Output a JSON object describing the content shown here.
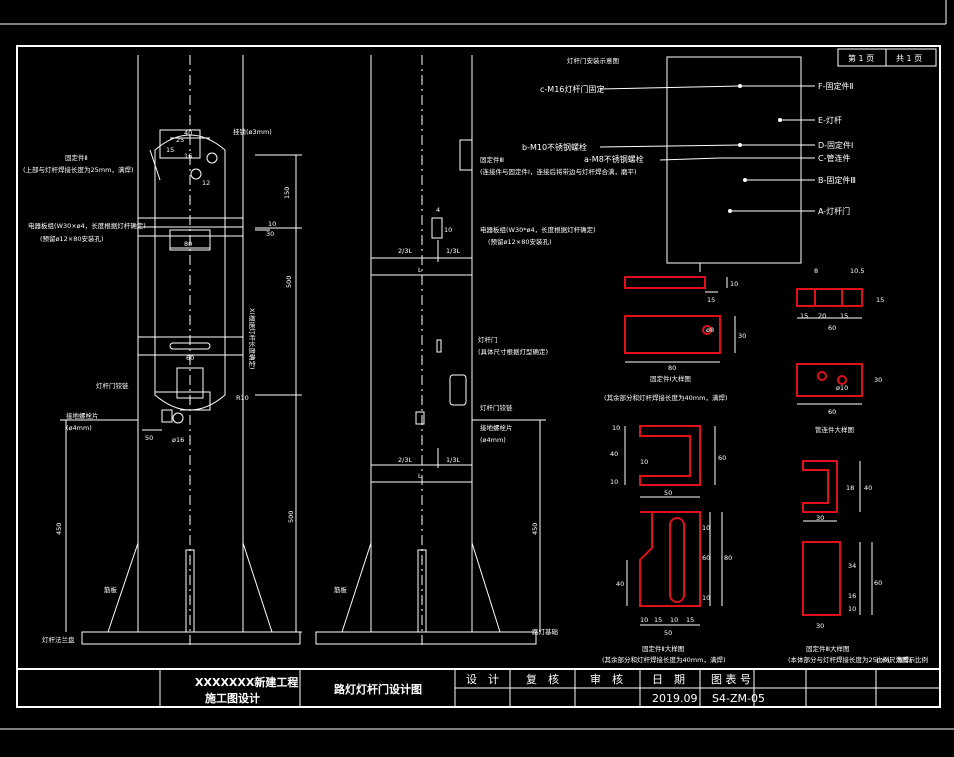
{
  "sheet": {
    "page_label": "第 1 页",
    "total_label": "共 1 页"
  },
  "title_block": {
    "project_line1": "XXXXXXX新建工程",
    "project_line2": "施工图设计",
    "drawing_title": "路灯灯杆门设计图",
    "design_label": "设　计",
    "review_label": "复　核",
    "audit_label": "审　核",
    "date_label": "日　期",
    "date_value": "2019.09",
    "drawing_no_label": "图 表 号",
    "drawing_no_value": "S4-ZM-05"
  },
  "front_view": {
    "fixing_piece_note_1": "固定件Ⅱ",
    "fixing_piece_note_2": "(上部与灯杆焊接长度为25mm，满焊)",
    "lock_hole": "挂锁(ø3mm)",
    "plate_note_1": "电器板组(W30×ø4，长度根据灯杆确定)",
    "plate_note_2": "(预留ø12×80安装孔)",
    "door_hinge": "灯杆门铰链",
    "ground_tab_1": "接地螺栓片",
    "ground_tab_2": "(ø4mm)",
    "door_height_note": "X(根据灯杆长度确定)",
    "stiffener": "筋板",
    "flange": "灯杆法兰盘",
    "dims": {
      "d40": "40",
      "d25": "25",
      "d15": "15",
      "d16": "16",
      "d12": "12",
      "d150": "150",
      "d10": "10",
      "d30": "30",
      "d80": "80",
      "d500a": "500",
      "d60": "60",
      "r10": "R10",
      "d50": "50",
      "d16b": "ø16",
      "d500b": "500",
      "d450": "450"
    }
  },
  "side_view": {
    "fixing_piece_note_1": "固定件Ⅲ",
    "fixing_piece_note_2": "(连接件与固定件Ⅰ，连接后将带边与灯杆焊合满，磨平)",
    "plate_note_1": "电器板组(W30*ø4，长度根据灯杆确定)",
    "plate_note_2": "(预留ø12×80安装孔)",
    "door_note_1": "灯杆门",
    "door_note_2": "(具体尺寸根据灯型确定)",
    "door_hinge": "灯杆门铰链",
    "ground_tab_1": "接地螺栓片",
    "ground_tab_2": "(ø4mm)",
    "stiffener": "筋板",
    "foundation": "路灯基础",
    "dims": {
      "two_thirds": "2/3L",
      "one_third": "1/3L",
      "L": "L",
      "d4": "4",
      "d10": "10",
      "d450": "450"
    }
  },
  "door_detail": {
    "title": "灯杆门安装示意图",
    "c_label": "c-M16灯杆门固定",
    "b_label": "b-M10不锈钢螺栓",
    "a_label": "a-M8不锈钢螺栓",
    "F": "F-固定件Ⅱ",
    "E": "E-灯杆",
    "D": "D-固定件Ⅰ",
    "C": "C-管连件",
    "B": "B-固定件Ⅲ",
    "A": "A-灯杆门"
  },
  "piece1": {
    "title": "固定件Ⅰ大样图",
    "dims": {
      "d10": "10",
      "d15": "15",
      "d30": "30",
      "d80": "80",
      "dhole": "ø8"
    }
  },
  "connector": {
    "title": "管连件大样图",
    "dims": {
      "d8": "8",
      "d105": "10.5",
      "d15a": "15",
      "d15b": "15",
      "d20": "20",
      "d15c": "15",
      "d60a": "60",
      "d30": "30",
      "d60b": "60",
      "dhole": "ø10"
    }
  },
  "piece2": {
    "title": "固定件Ⅱ大样图",
    "note_top": "(其余部分和灯杆焊接长度为40mm，满焊)",
    "note_bottom": "(其余部分和灯杆焊接长度为40mm，满焊)",
    "dims": {
      "d10a": "10",
      "d40": "40",
      "d10b": "10",
      "d60": "60",
      "d10c": "10",
      "d50a": "50",
      "d40b": "40",
      "d10d": "10",
      "d60b": "60",
      "d80": "80",
      "d10e": "10",
      "b10a": "10",
      "b15": "15",
      "b10b": "10",
      "b15b": "15",
      "b50": "50"
    }
  },
  "piece3": {
    "title": "固定件Ⅲ大样图",
    "note": "(本体部分与灯杆焊接长度为25mm，满焊)",
    "scale_note": "比例尺为图示比例",
    "dims": {
      "d18": "18",
      "d40": "40",
      "d30a": "30",
      "d34": "34",
      "d60": "60",
      "d16": "16",
      "d10": "10",
      "d30b": "30"
    }
  }
}
